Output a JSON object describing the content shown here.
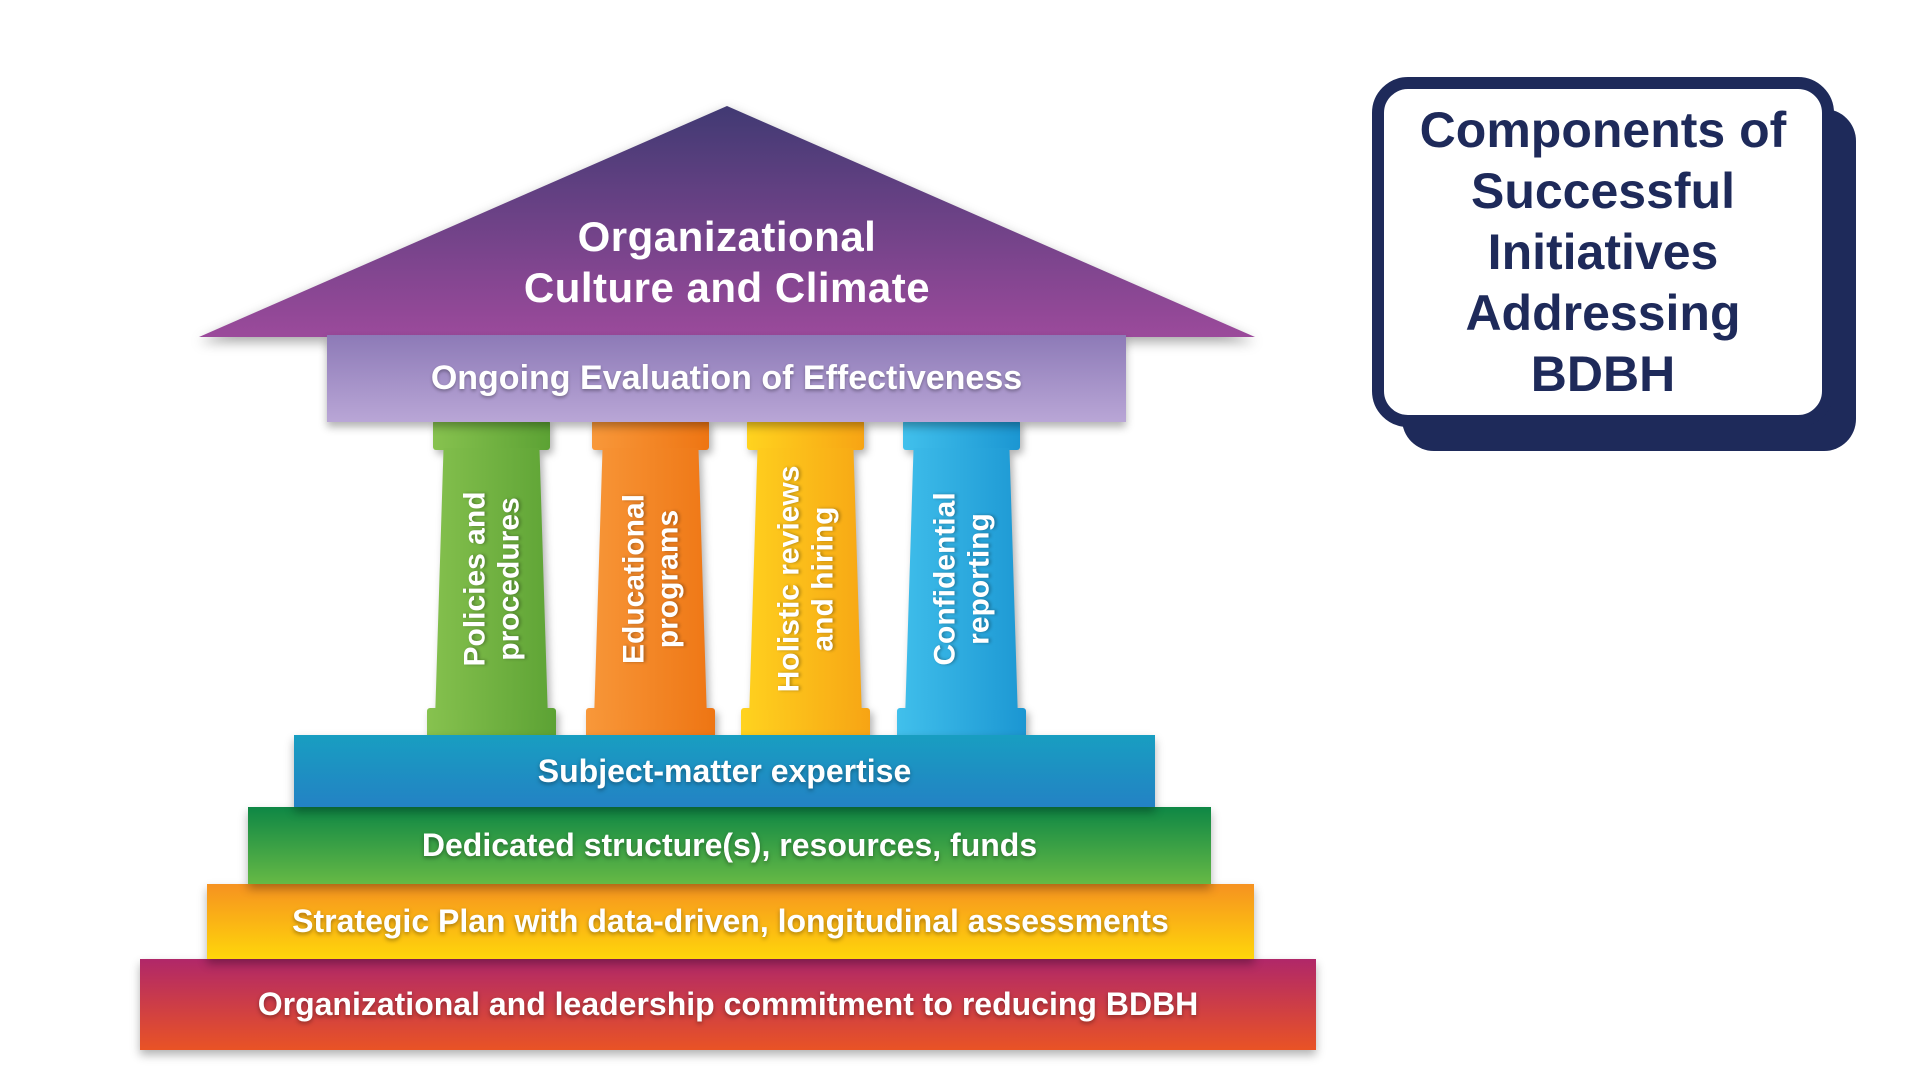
{
  "title_card": {
    "label": "Components of\nSuccessful\nInitiatives\nAddressing\nBDBH",
    "text_color": "#1e2a5a",
    "border_color": "#1e2a5a",
    "shadow_color": "#1e2a5a"
  },
  "temple": {
    "roof": {
      "label": "Organizational\nCulture and Climate",
      "color_top": "#413a73",
      "color_bottom": "#9b4a9b"
    },
    "entablature": {
      "label": "Ongoing Evaluation of Effectiveness",
      "color_top": "#8d7ab7",
      "color_bottom": "#b9a6d6"
    },
    "pillars": [
      {
        "id": "policies",
        "label": "Policies and\nprocedures",
        "color_light": "#87c24f",
        "color_dark": "#5ca234"
      },
      {
        "id": "educational",
        "label": "Educational\nprograms",
        "color_light": "#f8983a",
        "color_dark": "#ee7513"
      },
      {
        "id": "holistic",
        "label": "Holistic reviews\nand hiring",
        "color_light": "#ffd31f",
        "color_dark": "#f7a414"
      },
      {
        "id": "confidential",
        "label": "Confidential\nreporting",
        "color_light": "#41c0ec",
        "color_dark": "#1b96d2"
      }
    ],
    "steps": [
      {
        "label": "Subject-matter expertise",
        "color_top": "#189ec1",
        "color_bottom": "#2382c4"
      },
      {
        "label": "Dedicated structure(s), resources, funds",
        "color_top": "#0e8745",
        "color_bottom": "#66b945"
      },
      {
        "label": "Strategic Plan with data-driven, longitudinal assessments",
        "color_top": "#f69220",
        "color_bottom": "#ffd60a"
      },
      {
        "label": "Organizational and leadership commitment to reducing BDBH",
        "color_top": "#b02769",
        "color_bottom": "#e95325"
      }
    ]
  }
}
